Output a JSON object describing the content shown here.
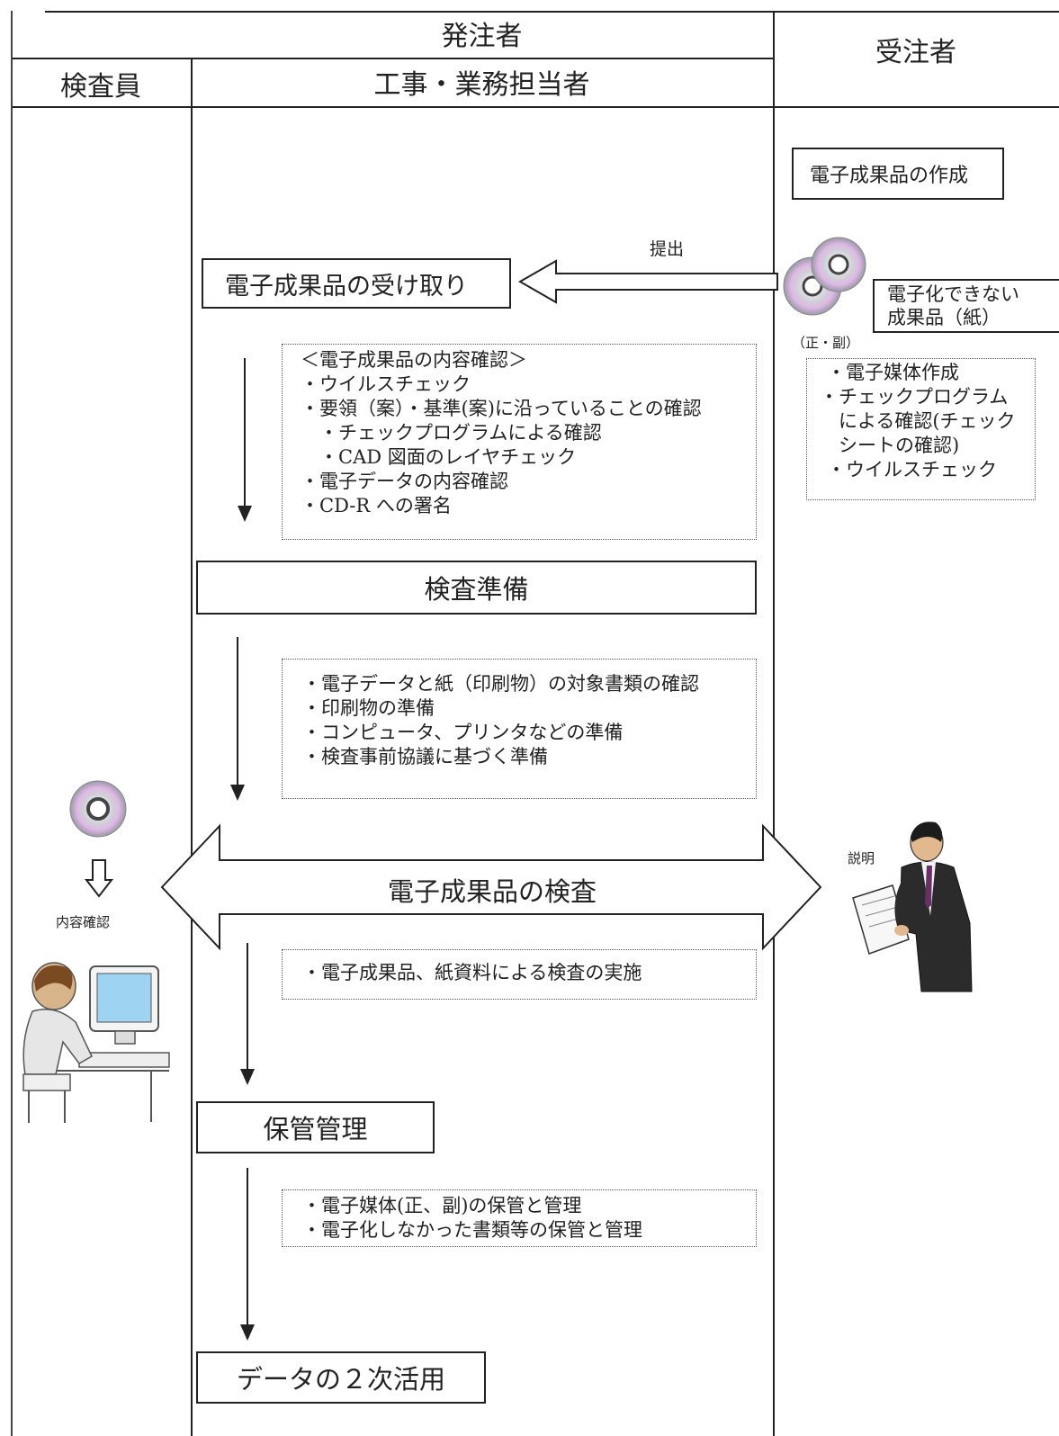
{
  "headers": {
    "orderer": "発注者",
    "contractor": "受注者",
    "inspector": "検査員",
    "staff": "工事・業務担当者"
  },
  "steps": {
    "create": "電子成果品の作成",
    "receive": "電子成果品の受け取り",
    "prepare": "検査準備",
    "inspect": "電子成果品の検査",
    "store": "保管管理",
    "reuse": "データの２次活用"
  },
  "labels": {
    "submit": "提出",
    "paper_deliverable_1": "電子化できない",
    "paper_deliverable_2": "成果品（紙）",
    "cd_caption": "（正・副）",
    "explain": "説明",
    "content_check": "内容確認"
  },
  "contractor_notes": [
    "・電子媒体作成",
    "・チェックプログラム",
    "　による確認(チェック",
    "　シートの確認)",
    "・ウイルスチェック"
  ],
  "receive_notes": [
    "＜電子成果品の内容確認＞",
    "・ウイルスチェック",
    "・要領（案）・基準(案)に沿っていることの確認",
    "　・チェックプログラムによる確認",
    "　・CAD 図面のレイヤチェック",
    "・電子データの内容確認",
    "・CD-R への署名"
  ],
  "prepare_notes": [
    "・電子データと紙（印刷物）の対象書類の確認",
    "・印刷物の準備",
    "・コンピュータ、プリンタなどの準備",
    "・検査事前協議に基づく準備"
  ],
  "inspect_notes": [
    "・電子成果品、紙資料による検査の実施"
  ],
  "store_notes": [
    "・電子媒体(正、副)の保管と管理",
    "・電子化しなかった書類等の保管と管理"
  ],
  "icons": {
    "cd": "cd-disc-icon",
    "person": "presenter-icon",
    "computer": "computer-user-icon"
  }
}
